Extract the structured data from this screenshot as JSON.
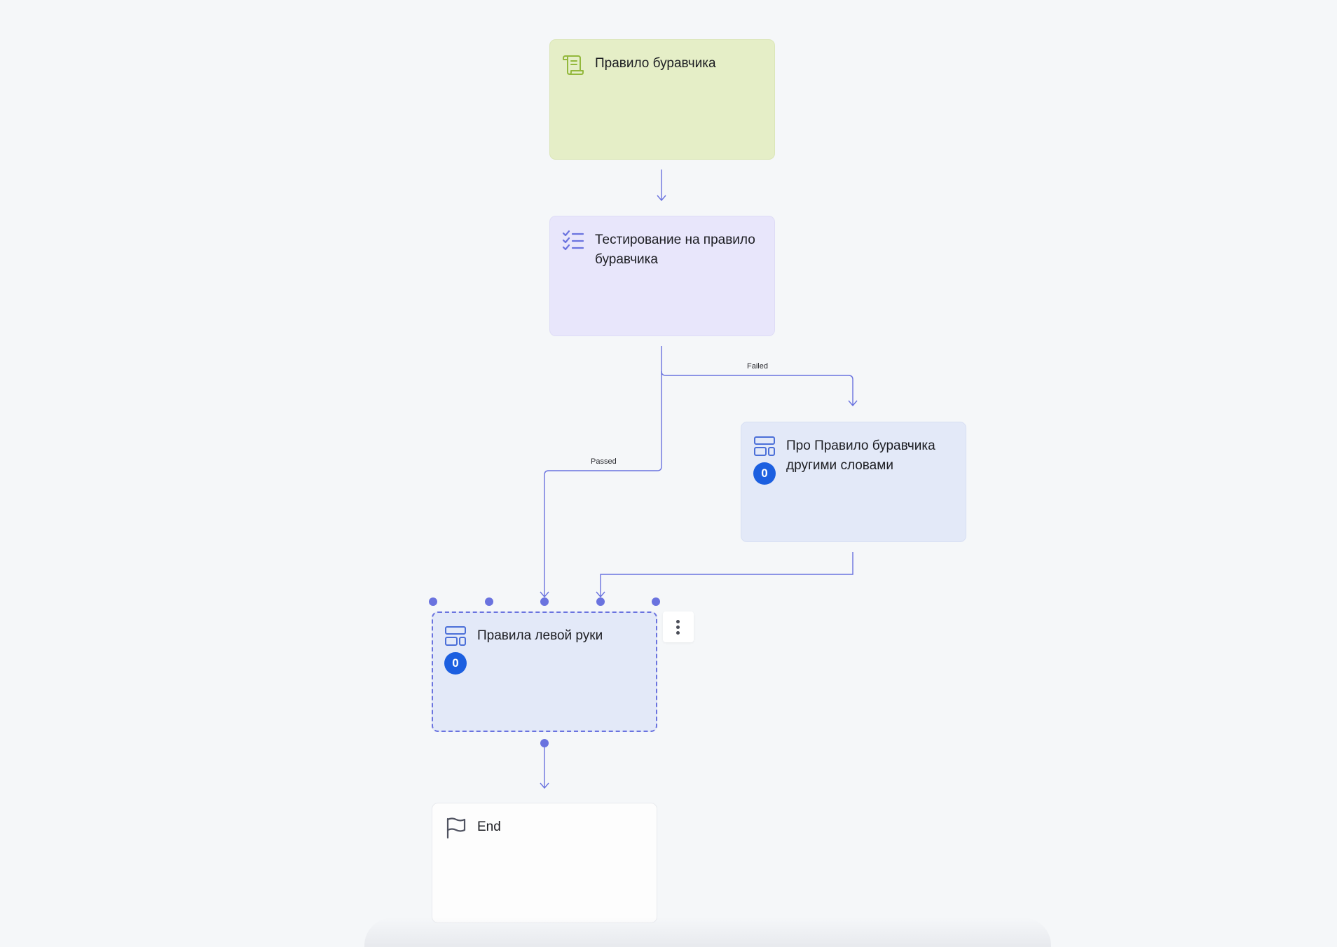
{
  "colors": {
    "canvas_bg": "#f5f7f9",
    "edge": "#6a73df",
    "node_green": "#e5eec7",
    "node_violet": "#e8e6fb",
    "node_blue": "#e3e9f8",
    "node_end": "#fdfdfd",
    "badge": "#1c5fe0"
  },
  "nodes": {
    "rule": {
      "title": "Правило буравчика",
      "icon": "scroll-icon"
    },
    "test": {
      "title": "Тестирование на правило буравчика",
      "icon": "checklist-icon"
    },
    "about": {
      "title": "Про Правило буравчика другими словами",
      "icon": "layout-icon",
      "count": "0"
    },
    "left_hand": {
      "title": "Правила левой руки",
      "icon": "layout-icon",
      "count": "0",
      "selected": true
    },
    "end": {
      "title": "End",
      "icon": "flag-icon"
    }
  },
  "edges": {
    "failed_label": "Failed",
    "passed_label": "Passed"
  }
}
